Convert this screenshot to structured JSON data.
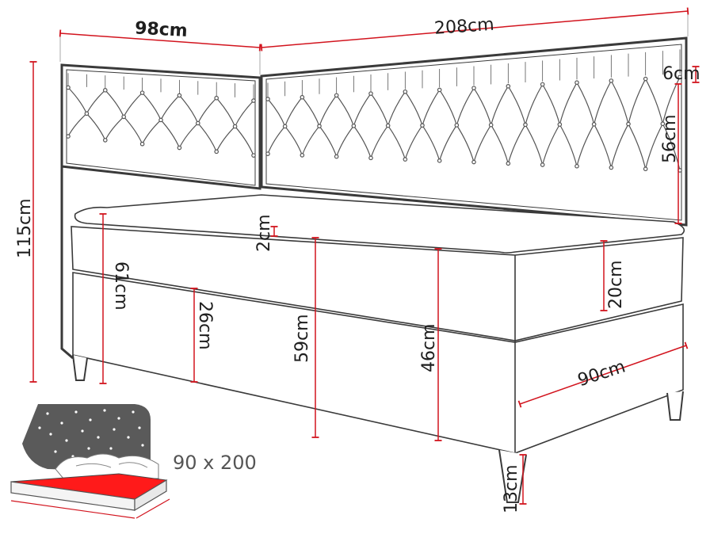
{
  "dimensions": {
    "width_side": "98cm",
    "length_total": "208cm",
    "headboard_top": "6cm",
    "headboard_height": "56cm",
    "total_height": "115cm",
    "topper": "2cm",
    "mattress_thickness": "20cm",
    "side_height": "61cm",
    "drawer_height": "26cm",
    "mid_height": "59cm",
    "base_height": "46cm",
    "bed_width": "90cm",
    "leg_height": "13cm"
  },
  "mattress_size": "90 x 200",
  "colors": {
    "dimension_line": "#d2141e",
    "outline": "#3a3a3a",
    "headboard_fill": "#ffffff",
    "mattress_red": "#ff1a1a",
    "thumb_dark": "#5a5a5a"
  }
}
